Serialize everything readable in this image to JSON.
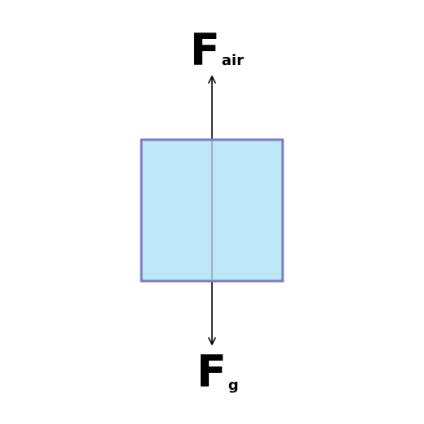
{
  "diagram": {
    "forces": {
      "up": {
        "main": "F",
        "sub": "air"
      },
      "down": {
        "main": "F",
        "sub": "g"
      }
    },
    "colors": {
      "box_fill": "#bde6f7",
      "box_stroke": "#7b7bc2",
      "arrow": "#000000",
      "box_center_line": "#8a9db0"
    }
  }
}
